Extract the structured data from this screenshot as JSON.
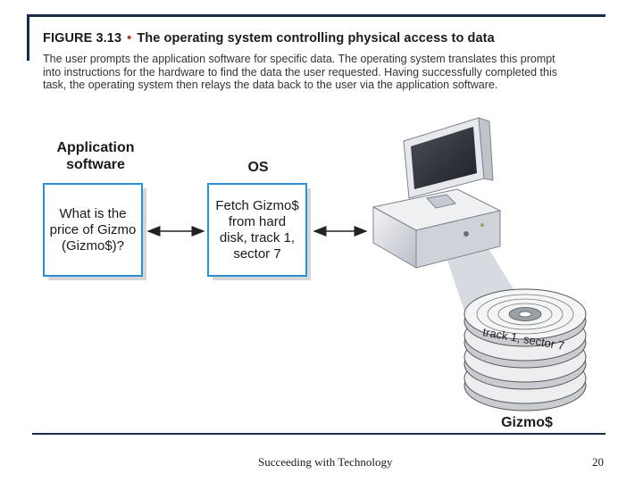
{
  "figure": {
    "number": "FIGURE 3.13",
    "title": "The operating system controlling physical access to data",
    "caption": "The user prompts the application software for specific data. The operating system translates this prompt into instructions for the hardware to find the data the user requested. Having successfully completed this task, the operating system then relays the data back to the user via the application software."
  },
  "diagram": {
    "app_label": "Application\nsoftware",
    "app_text": "What is the\nprice of Gizmo\n(Gizmo$)?",
    "os_label": "OS",
    "os_text": "Fetch Gizmo$\nfrom hard\ndisk, track 1,\nsector 7",
    "disk_label": "track 1, sector 7",
    "data_label": "Gizmo$"
  },
  "footer": {
    "title": "Succeeding with Technology",
    "page": "20"
  },
  "colors": {
    "box_border": "#2b8fd1",
    "frame": "#1d2b4a"
  }
}
